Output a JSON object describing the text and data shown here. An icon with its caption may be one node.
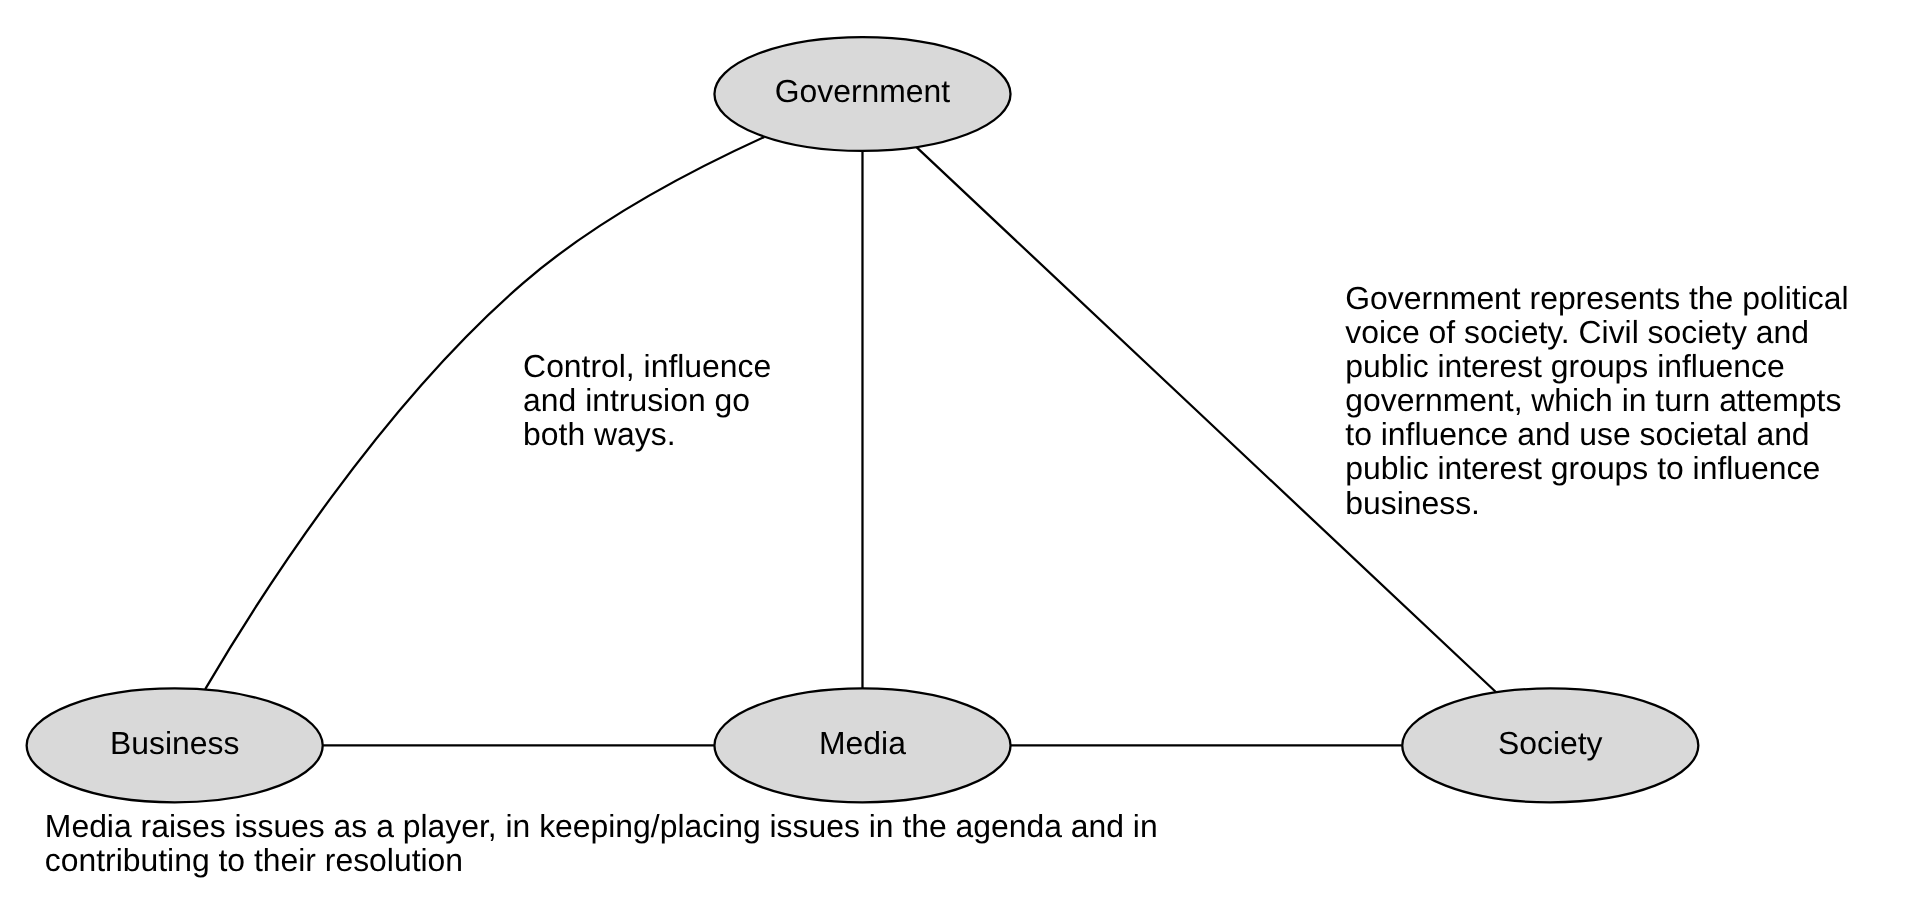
{
  "diagram": {
    "caption": "Media raises issues as a player, in keeping/placing issues in the agenda and in contributing to their resolution",
    "nodes": [
      {
        "text": [
          "Government"
        ]
      },
      {
        "text": [
          "Business"
        ]
      },
      {
        "text": [
          "Media"
        ]
      },
      {
        "text": [
          "Society"
        ]
      }
    ],
    "edges": [
      {
        "from": 0,
        "to": 1,
        "arrow": "none",
        "label": "Control, influence and intrusion go both ways."
      },
      {
        "from": 0,
        "to": 2,
        "arrow": "none"
      },
      {
        "from": 0,
        "to": 3,
        "arrow": "none",
        "label": "Government represents the political voice of society. Civil society and public interest groups influence government, which in turn attempts to influence and use societal and public interest groups to influence business."
      },
      {
        "from": 1,
        "to": 2,
        "arrow": "none"
      },
      {
        "from": 2,
        "to": 3,
        "arrow": "none"
      }
    ]
  }
}
